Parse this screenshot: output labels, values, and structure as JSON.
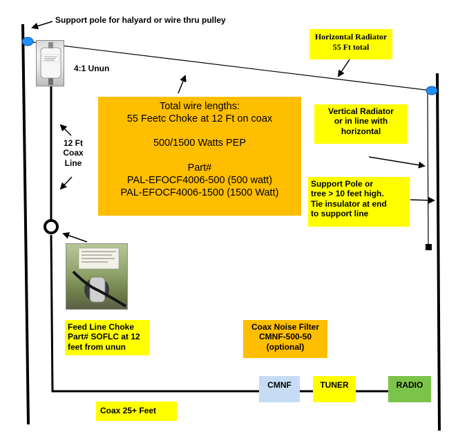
{
  "colors": {
    "label_yellow": "#ffff00",
    "spec_orange": "#ffbe00",
    "cmnf_blue": "#c6dcf5",
    "radio_green": "#7cc34a",
    "pulley_blue": "#1e90ff"
  },
  "labels": {
    "support_pole_top": "Support pole for halyard or wire thru pulley",
    "unun": "4:1 Unun",
    "coax_line": [
      "12 Ft",
      "Coax",
      "Line"
    ]
  },
  "horizontal_radiator": [
    "Horizontal Radiator",
    "55 Ft total"
  ],
  "spec_box": {
    "lines": [
      "Total wire lengths:",
      "55 Feetc Choke at 12 Ft on coax",
      "",
      "500/1500 Watts PEP",
      "",
      "Part#",
      "PAL-EFOCF4006-500 (500 watt)",
      "PAL-EFOCF4006-1500 (1500 Watt)"
    ]
  },
  "vertical_radiator": [
    "Vertical Radiator",
    "or in line with",
    "horizontal"
  ],
  "support_pole_right": [
    "Support Pole or",
    "tree > 10 feet high.",
    "Tie insulator at end",
    "to support line"
  ],
  "feed_line_choke": [
    "Feed Line Choke",
    "Part# SOFLC  at 12",
    "feet from unun"
  ],
  "coax_noise_filter": [
    "Coax Noise Filter",
    "CMNF-500-50",
    "(optional)"
  ],
  "chain": {
    "cmnf": "CMNF",
    "tuner": "TUNER",
    "radio": "RADIO"
  },
  "coax_length": "Coax 25+ Feet",
  "icons": {
    "unun": "unun-photo-icon",
    "choke": "choke-photo-icon",
    "pulley": "pulley-icon",
    "toroid": "choke-ring-icon",
    "insulator": "end-insulator-icon"
  }
}
